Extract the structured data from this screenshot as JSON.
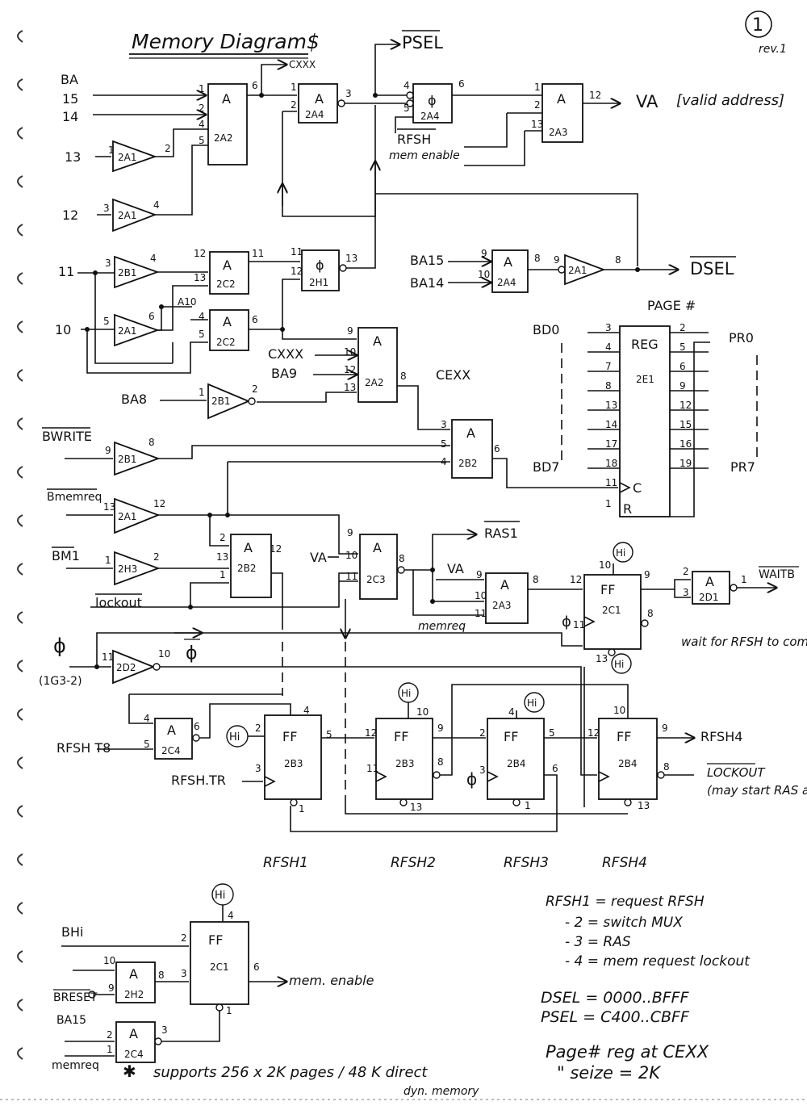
{
  "header": {
    "title": "Memory Diagram$",
    "page_number": "1",
    "revision": "rev.1"
  },
  "signals": {
    "ba": "BA",
    "ba15": "15",
    "ba14": "14",
    "ba13": "13",
    "ba12": "12",
    "ba11": "11",
    "ba10": "10",
    "cxxx_top": "CXXX",
    "psel": "PSEL",
    "va_out": "VA",
    "valid_address": "[valid address]",
    "rfsh": "RFSH",
    "mem_enable": "mem enable",
    "bai5": "BA15",
    "bai4": "BA14",
    "dsel": "DSEL",
    "a10": "A10",
    "cxxx_mid": "CXXX",
    "ba9": "BA9",
    "cexx": "CEXX",
    "ba8": "BA8",
    "page_hash": "PAGE #",
    "bd0": "BD0",
    "bd7": "BD7",
    "pr0": "PR0",
    "pr7": "PR7",
    "bwrite": "BWRITE",
    "bmemreq": "Bmemreq",
    "bm1": "BM1",
    "lockout_in": "lockout",
    "ras1": "RAS1",
    "va_mid": "VA",
    "va_small": "VA",
    "memreq": "memreq",
    "waitb": "WAITB",
    "wait_note": "wait for RFSH to complete",
    "phi": "ϕ",
    "phi_bar": "ϕ",
    "phi_src": "(1G3-2)",
    "rfsh_t8": "RFSH T8",
    "rfsh_tr": "RFSH.TR",
    "rfsh4_out": "RFSH4",
    "lockout_out": "LOCKOUT",
    "lockout_note": "(may start RAS after waiting REQ)",
    "hi": "Hi",
    "bhi": "BHi",
    "breset": "BRESET",
    "bai15_b": "BA15",
    "memreq_b": "memreq",
    "mem_enable_out": "mem. enable"
  },
  "gates": {
    "and": "A",
    "nand_phi": "ϕ",
    "ff": "FF",
    "reg": "REG",
    "c": "C",
    "r": "R",
    "ids": {
      "g2a2_top": "2A2",
      "g2a4_top": "2A4",
      "g2a4_phi": "2A4",
      "g2a3_top": "2A3",
      "g2a1_a": "2A1",
      "g2a1_b": "2A1",
      "g2b1_a": "2B1",
      "g2a1_c": "2A1",
      "g2c2_a": "2C2",
      "g2c2_b": "2C2",
      "g2h1": "2H1",
      "g2a4_mid": "2A4",
      "g2a1_dsel": "2A1",
      "g2a2_mid": "2A2",
      "g2b1_ba8": "2B1",
      "g2e1": "2E1",
      "g2b1_w": "2B1",
      "g2b2_a": "2B2",
      "g2a1_mr": "2A1",
      "g2h3": "2H3",
      "g2b2_b": "2B2",
      "g2c3": "2C3",
      "g2a3_mid": "2A3",
      "g2c1": "2C1",
      "g2d1": "2D1",
      "g2d2": "2D2",
      "g2c4": "2C4",
      "g2b3_a": "2B3",
      "g2b3_b": "2B3",
      "g2b4_a": "2B4",
      "g2b4_b": "2B4",
      "g2c1_b": "2C1",
      "g2h2": "2H2",
      "g2c4_b": "2C4"
    }
  },
  "register_pins": {
    "left": [
      "3",
      "4",
      "7",
      "8",
      "13",
      "14",
      "17",
      "18",
      "11",
      "1"
    ],
    "right": [
      "2",
      "5",
      "6",
      "9",
      "12",
      "15",
      "16",
      "19"
    ]
  },
  "rfsh_labels": [
    "RFSH1",
    "RFSH2",
    "RFSH3",
    "RFSH4"
  ],
  "legend": {
    "l1": "RFSH1 = request RFSH",
    "l2": "- 2 = switch MUX",
    "l3": "- 3 = RAS",
    "l4": "- 4 = mem request lockout",
    "dsel_range": "DSEL = 0000..BFFF",
    "psel_range": "PSEL = C400..CBFF",
    "page_reg": "Page# reg at CEXX",
    "page_size": "\" seize = 2K"
  },
  "footnote": {
    "star": "✱",
    "line1": "supports 256 x 2K pages / 48 K direct",
    "line2": "dyn. memory"
  }
}
